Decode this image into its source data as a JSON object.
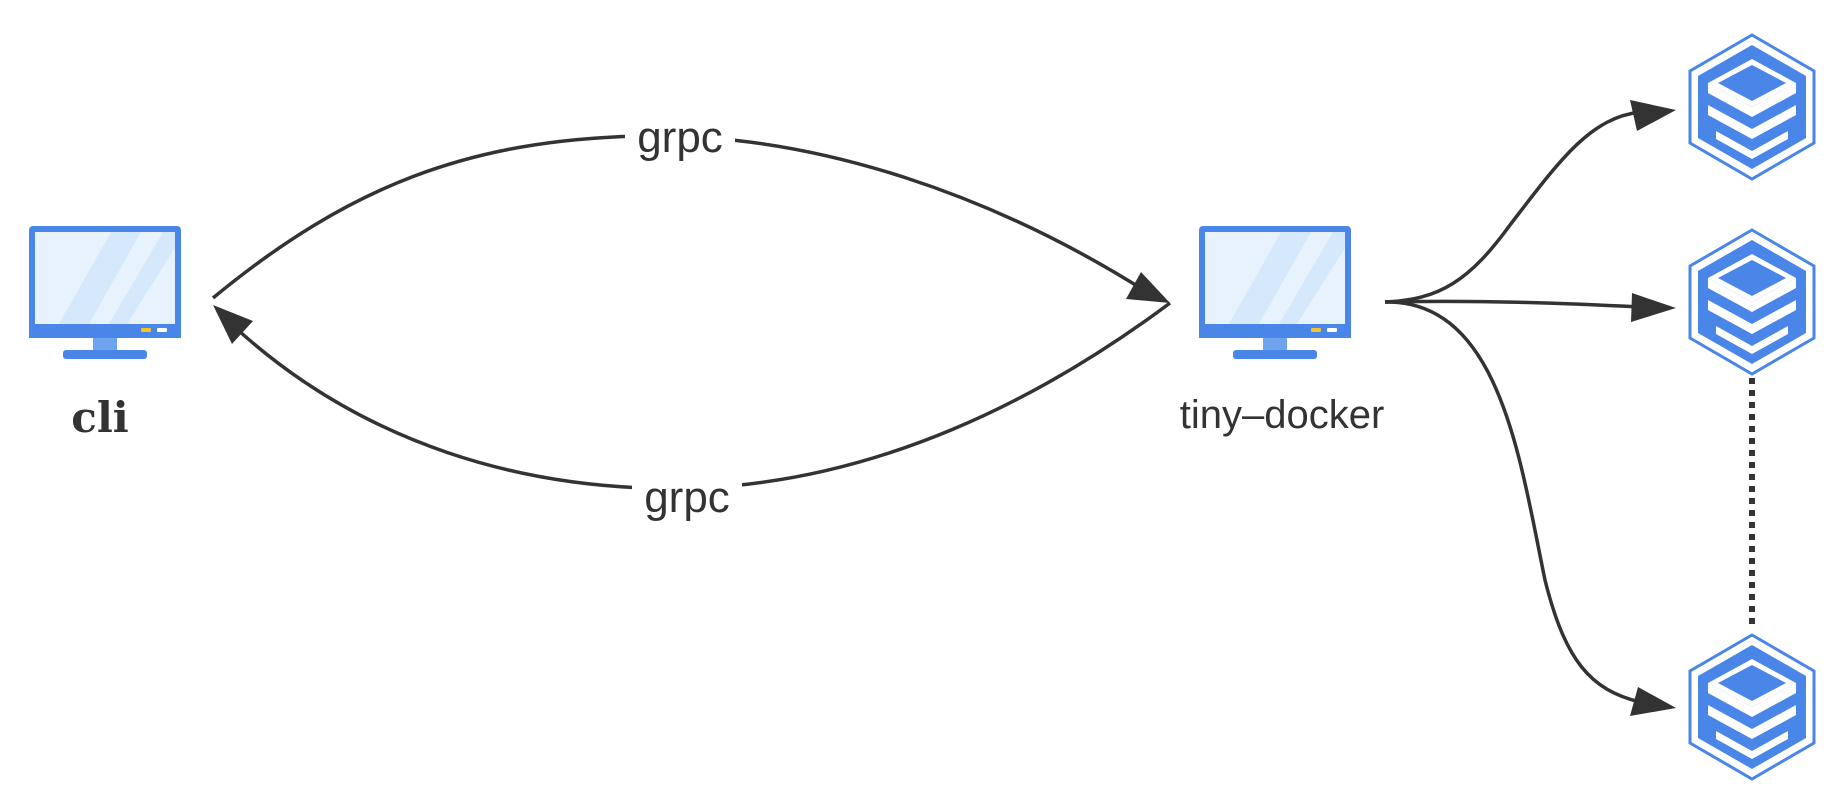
{
  "nodes": {
    "cli": {
      "label": "cli",
      "icon": "monitor-icon"
    },
    "tiny_docker": {
      "label": "tiny–docker",
      "icon": "monitor-icon"
    },
    "containers": [
      {
        "icon": "container-stack-icon"
      },
      {
        "icon": "container-stack-icon"
      },
      {
        "icon": "container-stack-icon"
      }
    ]
  },
  "edges": {
    "top_label": "grpc",
    "bottom_label": "grpc"
  },
  "colors": {
    "icon_blue": "#4a86e8",
    "icon_light": "#e8f2fd",
    "edge": "#333333"
  }
}
